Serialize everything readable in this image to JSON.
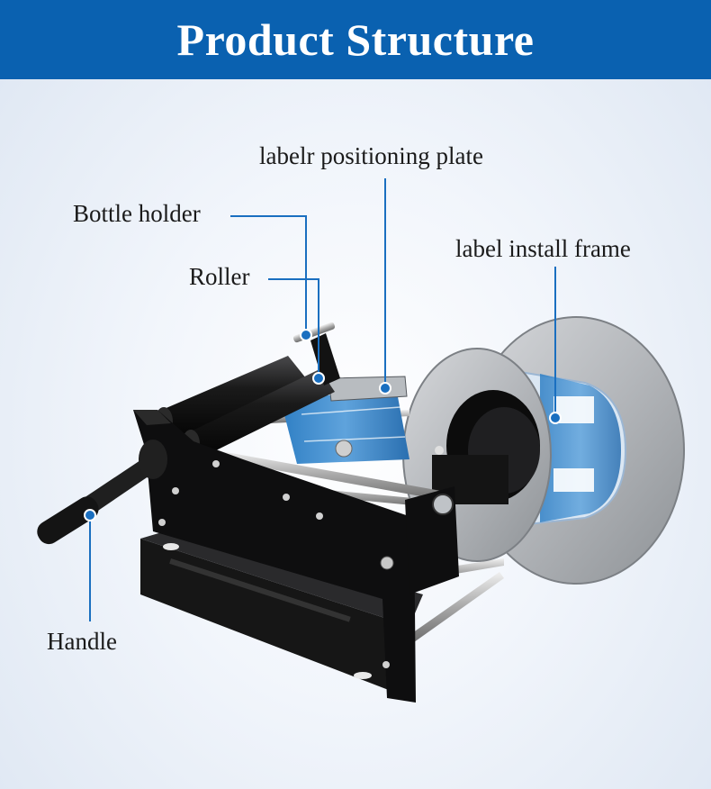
{
  "header": {
    "title": "Product Structure"
  },
  "labels": {
    "positioning_plate": "labelr positioning plate",
    "bottle_holder": "Bottle holder",
    "install_frame": "label install frame",
    "roller": "Roller",
    "handle": "Handle"
  },
  "colors": {
    "header_bg": "#0a61b0",
    "callout_line": "#1a6fc0",
    "machine_body": "#1c1c1e",
    "label_roll": "#3b86c8",
    "spool_disc": "#b9bcc0"
  }
}
